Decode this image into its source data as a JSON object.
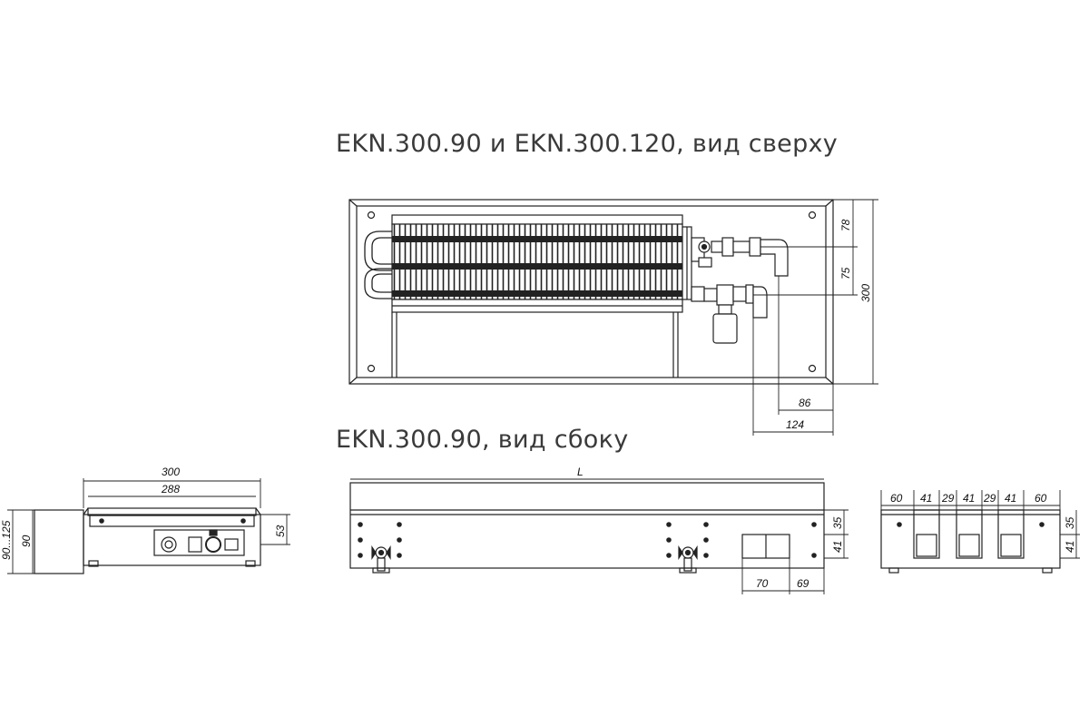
{
  "titles": {
    "top_view": "EKN.300.90 и EKN.300.120, вид сверху",
    "side_view": "EKN.300.90, вид сбоку"
  },
  "dimensions": {
    "top": {
      "d78": "78",
      "d75": "75",
      "d300": "300",
      "d86": "86",
      "d124": "124"
    },
    "section": {
      "d300": "300",
      "d288": "288",
      "h90_125": "90...125",
      "h90": "90",
      "d53": "53"
    },
    "side": {
      "L": "L",
      "d35": "35",
      "d41": "41",
      "d70": "70",
      "d69": "69"
    },
    "end": {
      "a60": "60",
      "a41": "41",
      "a29": "29",
      "b41": "41",
      "b29": "29",
      "c41": "41",
      "b60": "60",
      "d35": "35",
      "d41": "41"
    }
  }
}
